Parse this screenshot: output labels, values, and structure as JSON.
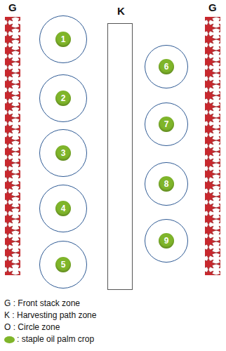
{
  "diagram": {
    "nodes": [
      {
        "text": [
          "G"
        ]
      },
      {
        "text": [
          "K"
        ]
      },
      {
        "text": [
          "G"
        ]
      },
      {
        "text": [
          "1"
        ]
      },
      {
        "text": [
          "2"
        ]
      },
      {
        "text": [
          "3"
        ]
      },
      {
        "text": [
          "4"
        ]
      },
      {
        "text": [
          "5"
        ]
      },
      {
        "text": [
          "6"
        ]
      },
      {
        "text": [
          "7"
        ]
      },
      {
        "text": [
          "8"
        ]
      },
      {
        "text": [
          "9"
        ]
      }
    ],
    "legend": [
      {
        "text": "G : Front stack zone"
      },
      {
        "text": "K : Harvesting path zone"
      },
      {
        "text": "O : Circle zone"
      },
      {
        "text": ": staple oil palm crop",
        "color": "#7fb52a"
      }
    ]
  }
}
